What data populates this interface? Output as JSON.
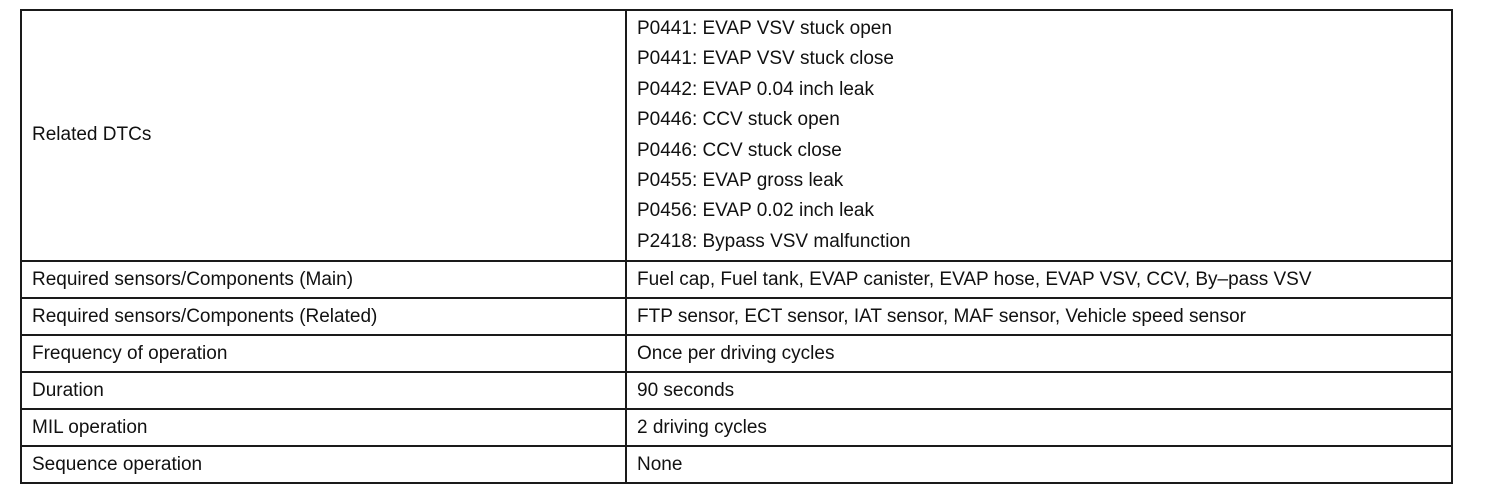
{
  "table": {
    "rows": [
      {
        "label": "Related DTCs",
        "values": [
          "P0441: EVAP VSV stuck open",
          "P0441: EVAP VSV stuck close",
          "P0442: EVAP 0.04 inch leak",
          "P0446: CCV stuck open",
          "P0446: CCV stuck close",
          "P0455: EVAP gross leak",
          "P0456: EVAP 0.02 inch leak",
          "P2418: Bypass VSV malfunction"
        ]
      },
      {
        "label": "Required sensors/Components (Main)",
        "value": "Fuel cap, Fuel tank, EVAP canister, EVAP hose, EVAP VSV, CCV, By–pass VSV"
      },
      {
        "label": "Required sensors/Components (Related)",
        "value": "FTP sensor, ECT sensor, IAT sensor, MAF sensor, Vehicle speed sensor"
      },
      {
        "label": "Frequency of operation",
        "value": "Once per driving cycles"
      },
      {
        "label": "Duration",
        "value": "90 seconds"
      },
      {
        "label": "MIL operation",
        "value": "2 driving cycles"
      },
      {
        "label": "Sequence operation",
        "value": "None"
      }
    ]
  }
}
